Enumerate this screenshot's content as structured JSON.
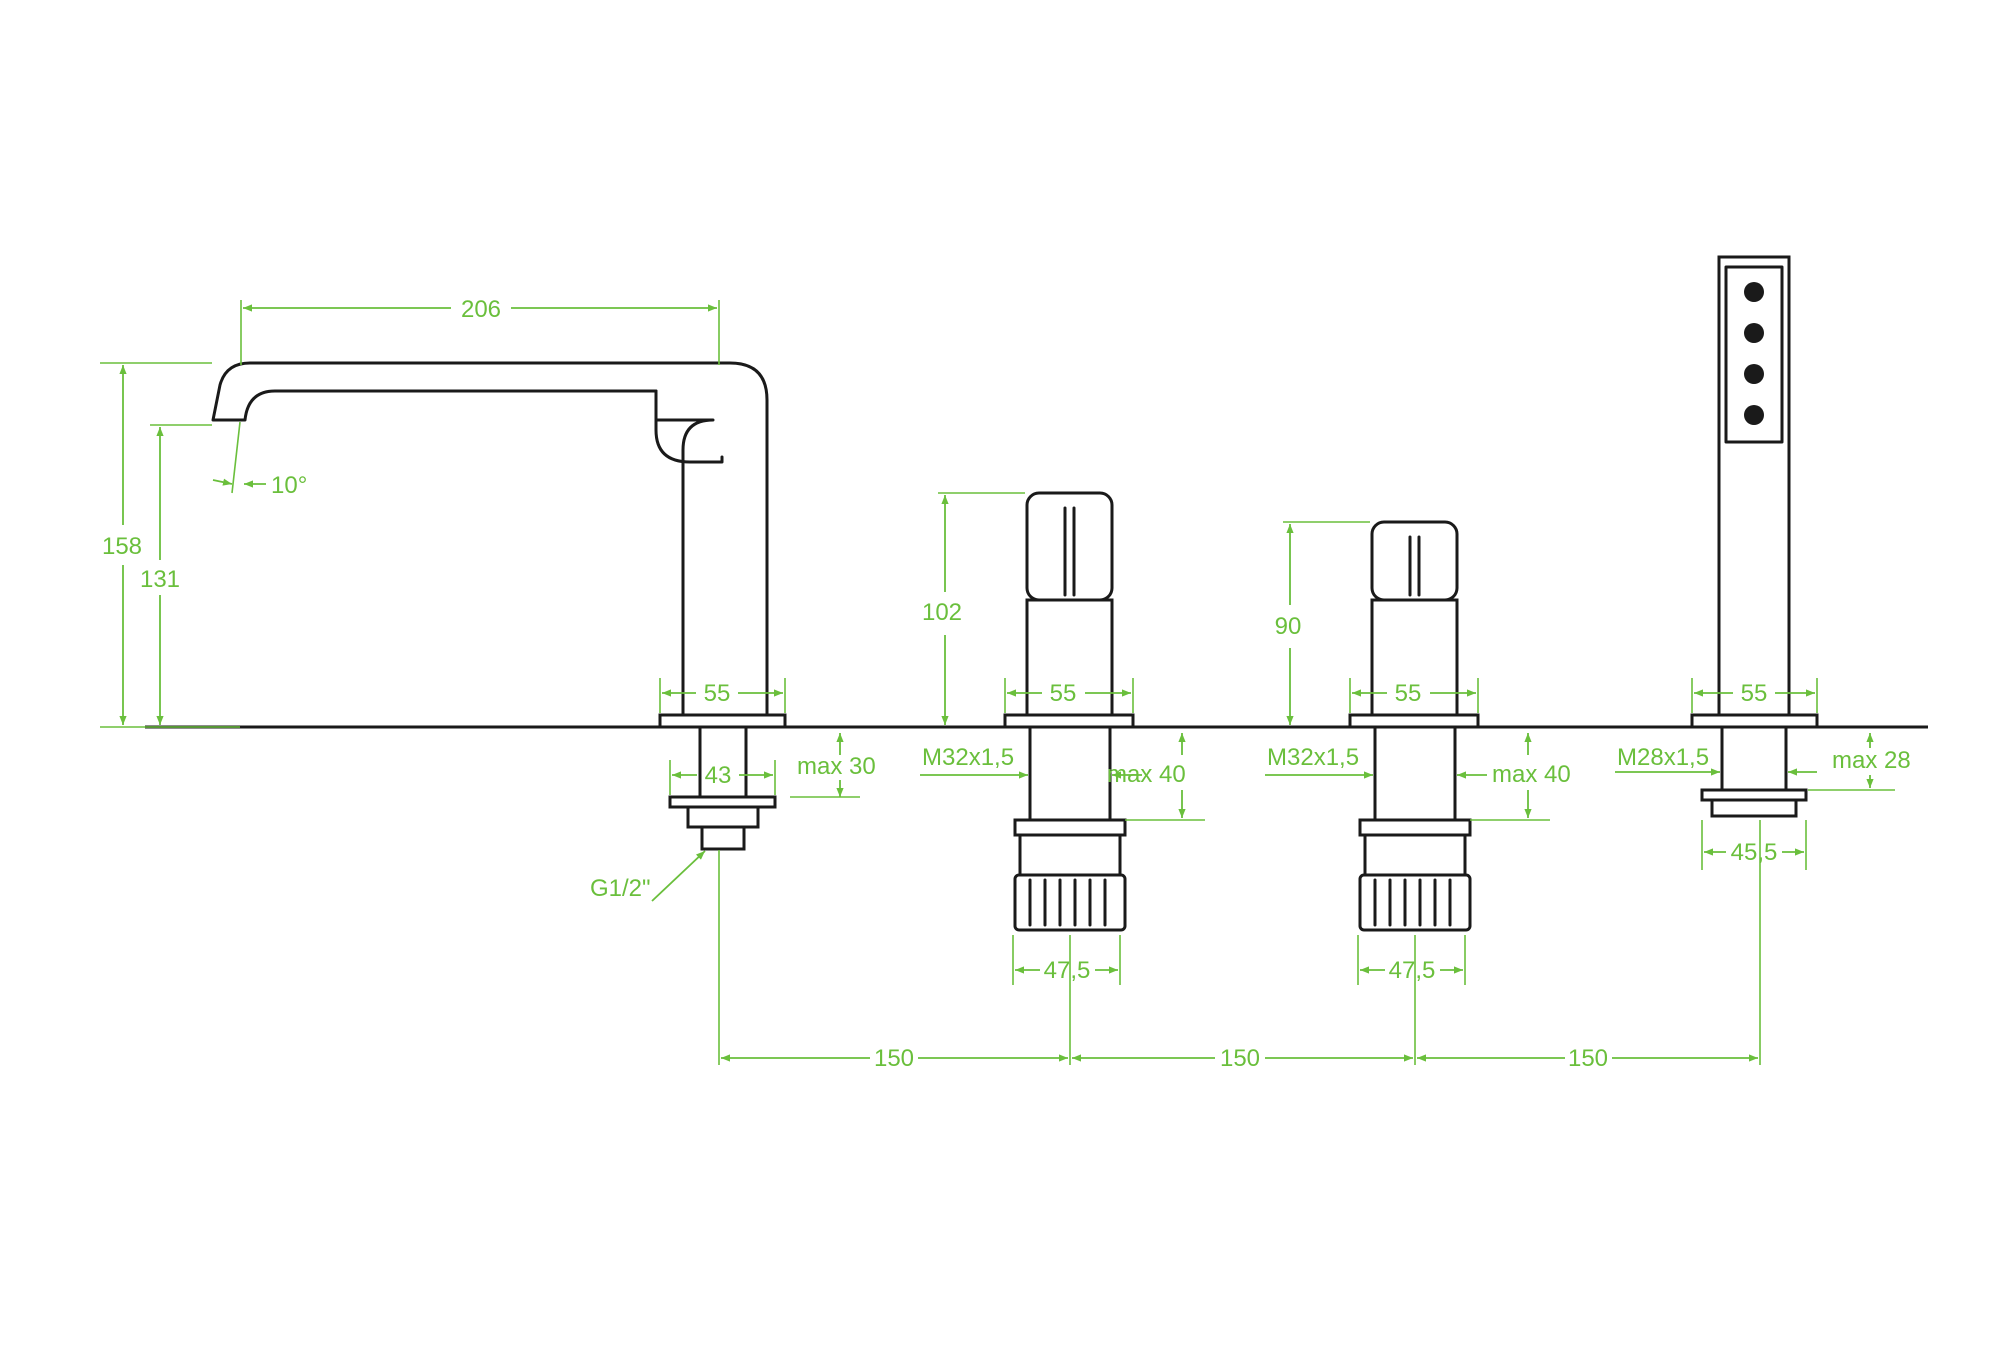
{
  "colors": {
    "outline": "#1a1a1a",
    "dimension": "#6abf3c",
    "background": "#ffffff"
  },
  "components": [
    "spout",
    "mixer-valve-1",
    "mixer-valve-2",
    "hand-shower"
  ],
  "dimensions": {
    "spout_reach": "206",
    "spout_height": "158",
    "spout_outlet_height": "131",
    "spout_angle": "10°",
    "spout_base": "55",
    "spout_shank": "43",
    "spout_max_deck": "max 30",
    "spout_thread": "G1/2\"",
    "valve1_height": "102",
    "valve1_base": "55",
    "valve1_thread": "M32x1,5",
    "valve1_max_deck": "max 40",
    "valve1_nut": "47,5",
    "valve2_height": "90",
    "valve2_base": "55",
    "valve2_thread": "M32x1,5",
    "valve2_max_deck": "max 40",
    "valve2_nut": "47,5",
    "shower_base": "55",
    "shower_thread": "M28x1,5",
    "shower_max_deck": "max 28",
    "shower_nut": "45,5",
    "spacing_1": "150",
    "spacing_2": "150",
    "spacing_3": "150"
  }
}
